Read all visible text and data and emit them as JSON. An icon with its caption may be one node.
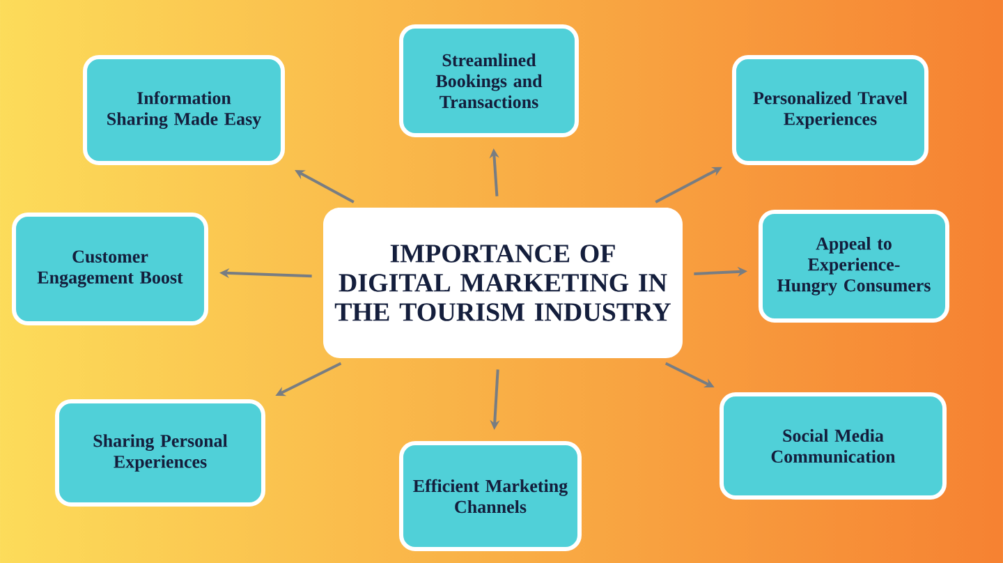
{
  "diagram": {
    "nodes": [
      {
        "text": [
          "IMPORTANCE OF DIGITAL MARKETING IN THE TOURISM INDUSTRY"
        ]
      },
      {
        "text": [
          "Information Sharing Made Easy"
        ]
      },
      {
        "text": [
          "Streamlined Bookings and Transactions"
        ]
      },
      {
        "text": [
          "Personalized Travel Experiences"
        ]
      },
      {
        "text": [
          "Customer Engagement Boost"
        ]
      },
      {
        "text": [
          "Appeal to Experience-Hungry Consumers"
        ]
      },
      {
        "text": [
          "Sharing Personal Experiences"
        ]
      },
      {
        "text": [
          "Efficient Marketing Channels"
        ]
      },
      {
        "text": [
          "Social Media Communication"
        ]
      }
    ],
    "edges": [
      {
        "from": 0,
        "to": 1,
        "arrow": "to"
      },
      {
        "from": 0,
        "to": 2,
        "arrow": "to"
      },
      {
        "from": 0,
        "to": 3,
        "arrow": "to"
      },
      {
        "from": 0,
        "to": 4,
        "arrow": "to"
      },
      {
        "from": 0,
        "to": 5,
        "arrow": "to"
      },
      {
        "from": 0,
        "to": 6,
        "arrow": "to"
      },
      {
        "from": 0,
        "to": 7,
        "arrow": "to"
      },
      {
        "from": 0,
        "to": 8,
        "arrow": "to"
      }
    ]
  }
}
